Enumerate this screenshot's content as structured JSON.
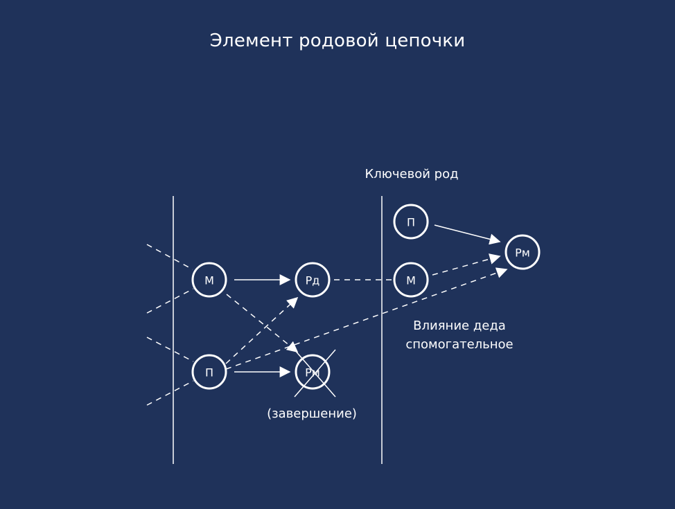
{
  "slide": {
    "title": "Элемент родовой цепочки"
  },
  "labels": {
    "key_genus": "Ключевой род",
    "grandfather_influence_line1": "Влияние деда",
    "grandfather_influence_line2": "спомогательное",
    "completion": "(завершение)"
  },
  "nodes": {
    "mother_left": "М",
    "father_left": "П",
    "daughter": "Рд",
    "son_crossed": "Рм",
    "father_right": "П",
    "mother_right": "М",
    "son_right": "Рм"
  },
  "colors": {
    "background": "#1f325a",
    "foreground": "#ffffff"
  }
}
